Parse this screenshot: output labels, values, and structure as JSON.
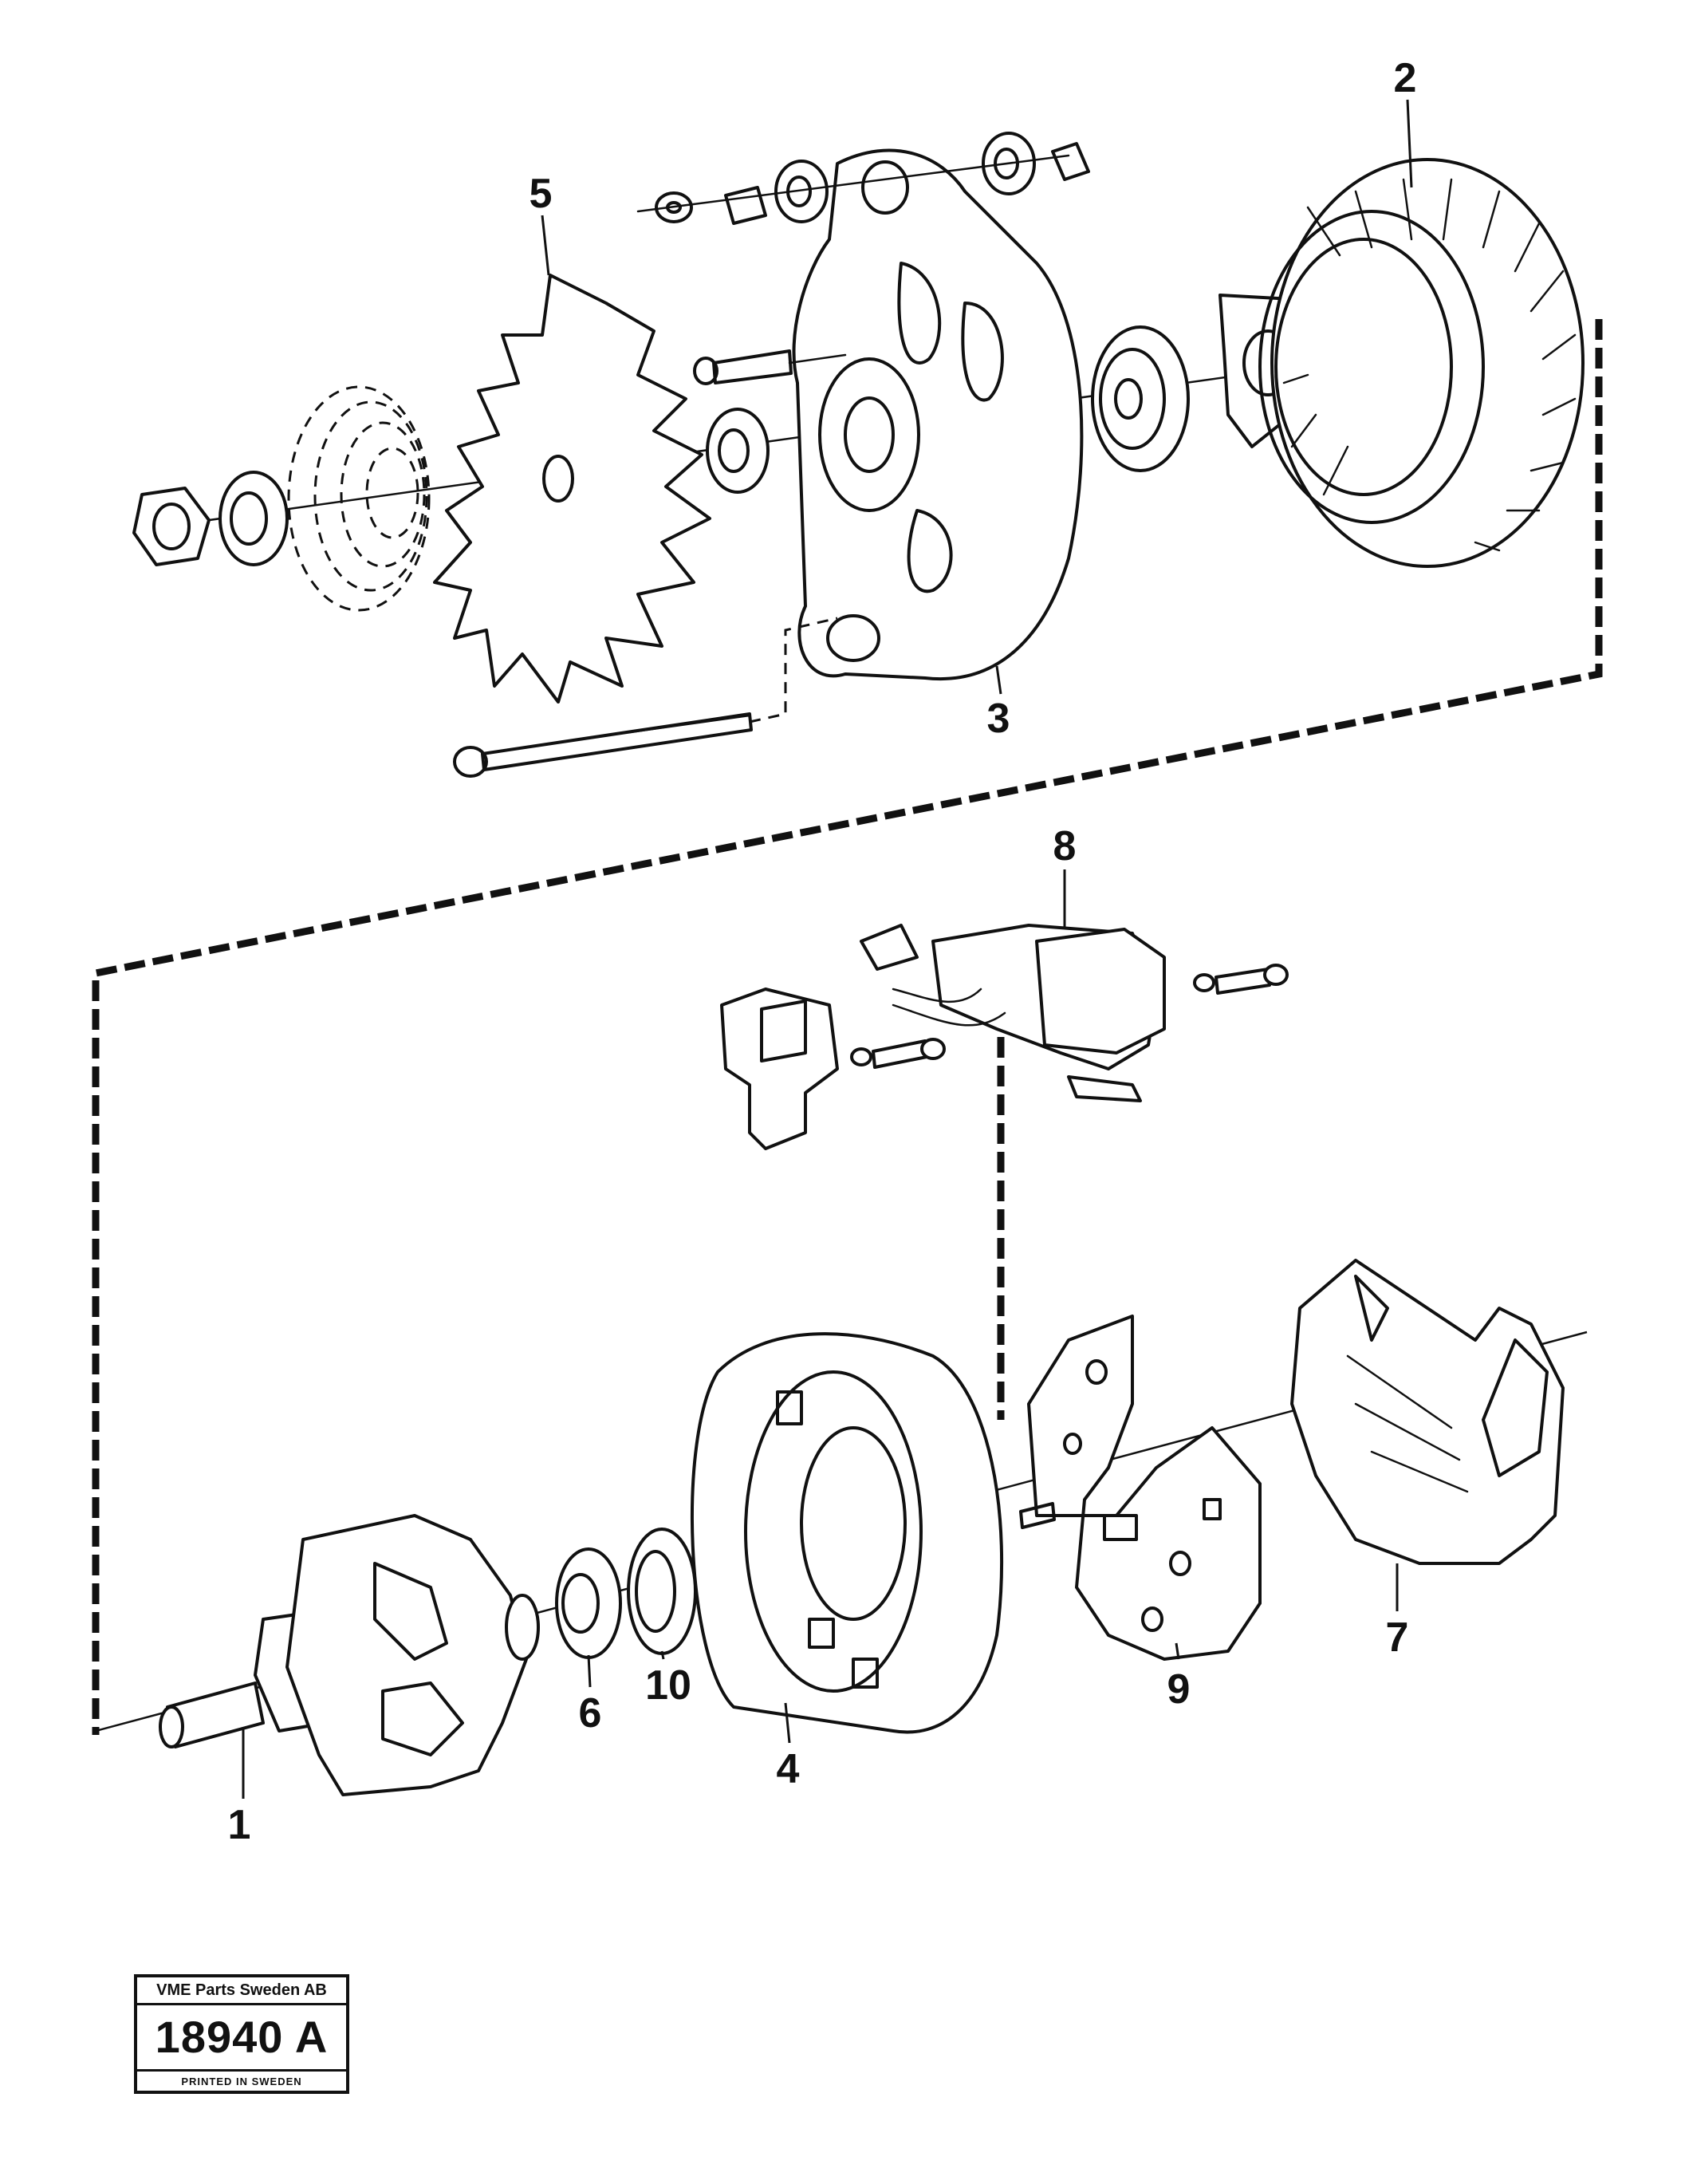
{
  "callouts": {
    "c1": "1",
    "c2": "2",
    "c3": "3",
    "c4": "4",
    "c5": "5",
    "c6": "6",
    "c7": "7",
    "c8": "8",
    "c9": "9",
    "c10": "10"
  },
  "stamp": {
    "company": "VME Parts Sweden AB",
    "number": "18940 A",
    "printed": "PRINTED IN SWEDEN"
  },
  "colors": {
    "ink": "#111111",
    "paper": "#ffffff"
  }
}
